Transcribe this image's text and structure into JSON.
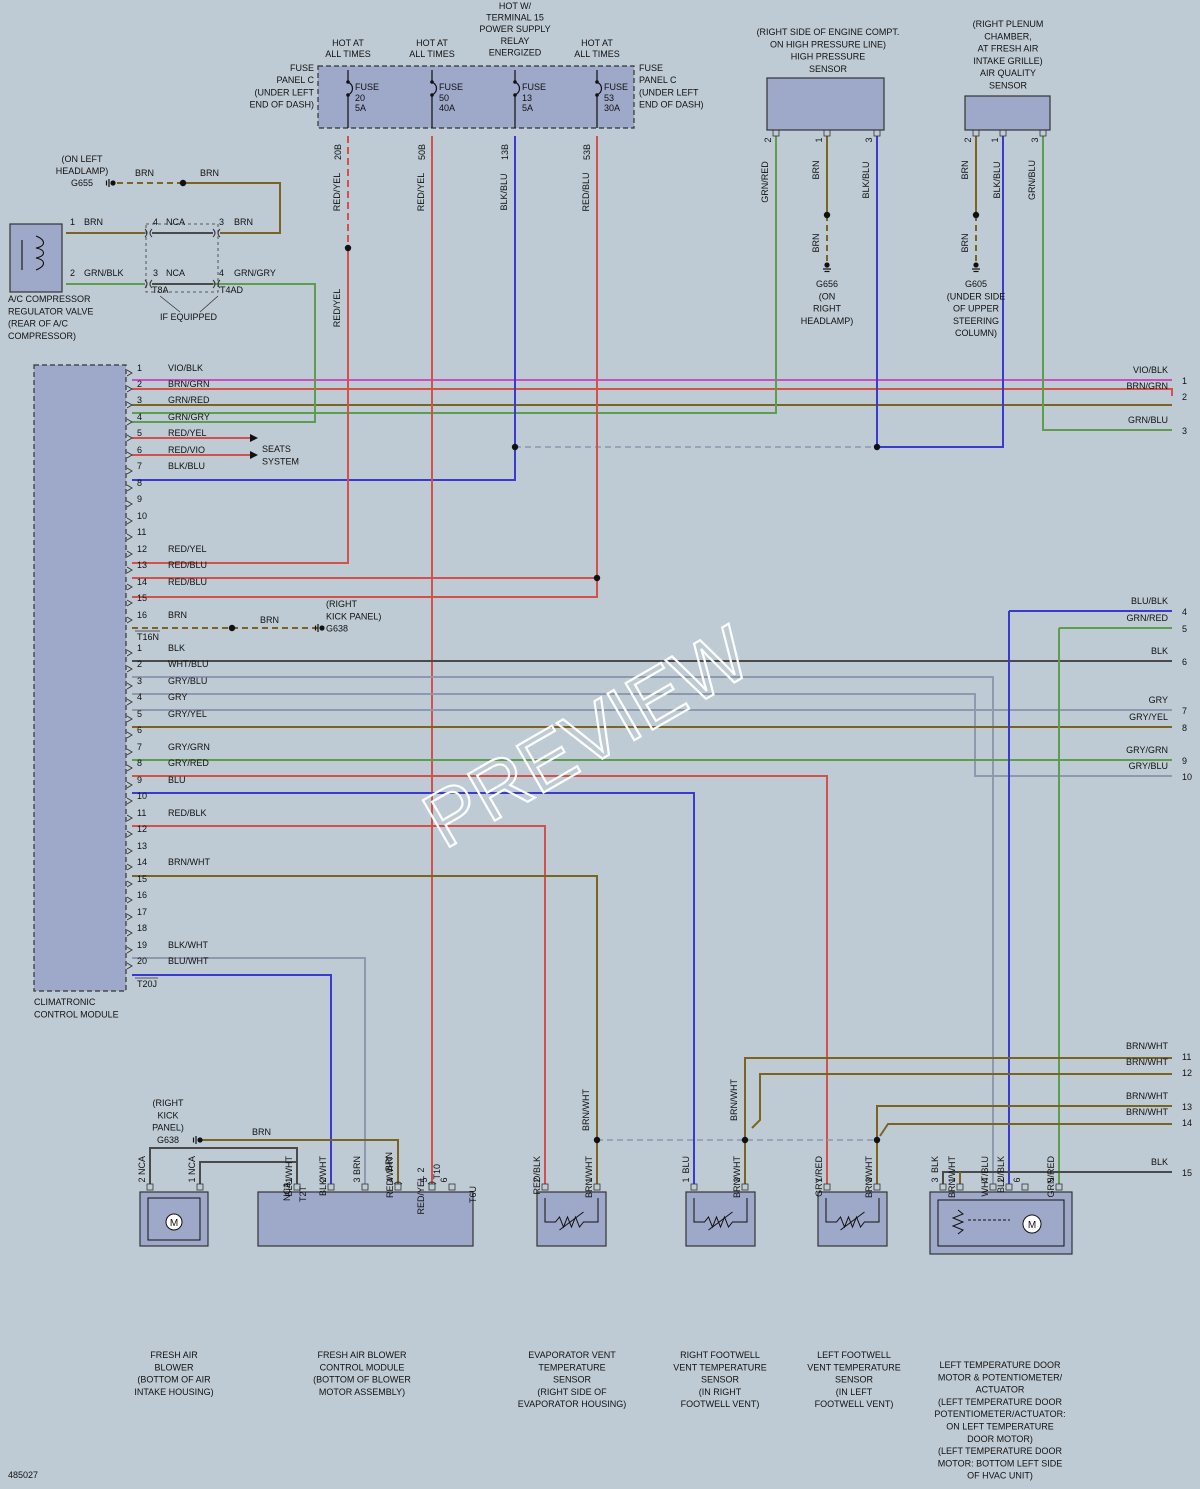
{
  "colors": {
    "background": "#bfcbd4",
    "component": "#9ea8c9",
    "red": "#d3514a",
    "violet": "#c74fc0",
    "green": "#5e9c4f",
    "brown": "#7a6420",
    "blue": "#3a3ad0",
    "gray": "#8e98ae",
    "black": "#2b2b2b",
    "dark": "#4a4a4a"
  },
  "top_labels": {
    "hot_at_all_times": [
      "HOT AT",
      "ALL TIMES"
    ],
    "hot_w_terminal": [
      "HOT W/",
      "TERMINAL 15",
      "POWER SUPPLY",
      "RELAY",
      "ENERGIZED"
    ],
    "fuse_panel_left": [
      "FUSE",
      "PANEL C",
      "(UNDER LEFT",
      "END OF DASH)"
    ],
    "fuse_panel_right": [
      "FUSE",
      "PANEL C",
      "(UNDER LEFT",
      "END OF DASH)"
    ]
  },
  "fuses": [
    {
      "label": "FUSE",
      "num": "20",
      "amp": "5A",
      "wire": "20B"
    },
    {
      "label": "FUSE",
      "num": "50",
      "amp": "40A",
      "wire": "50B"
    },
    {
      "label": "FUSE",
      "num": "13",
      "amp": "5A",
      "wire": "13B"
    },
    {
      "label": "FUSE",
      "num": "53",
      "amp": "30A",
      "wire": "53B"
    }
  ],
  "vertical_wires": {
    "red_yel": "RED/YEL",
    "blk_blu": "BLK/BLU",
    "red_blu": "RED/BLU",
    "grn_red": "GRN/RED",
    "brn": "BRN",
    "grn_blu": "GRN/BLU"
  },
  "hp_sensor": {
    "title": [
      "(RIGHT SIDE OF ENGINE COMPT.",
      "ON HIGH PRESSURE LINE)",
      "HIGH PRESSURE",
      "SENSOR"
    ],
    "pins": [
      "2",
      "1",
      "3"
    ]
  },
  "aq_sensor": {
    "title": [
      "(RIGHT PLENUM",
      "CHAMBER,",
      "AT FRESH AIR",
      "INTAKE GRILLE)",
      "AIR QUALITY",
      "SENSOR"
    ],
    "pins": [
      "2",
      "1",
      "3"
    ]
  },
  "grounds": {
    "g656": [
      "G656",
      "(ON",
      "RIGHT",
      "HEADLAMP)"
    ],
    "g605": [
      "G605",
      "(UNDER SIDE",
      "OF UPPER",
      "STEERING",
      "COLUMN)"
    ],
    "g655": [
      "(ON LEFT",
      "HEADLAMP)",
      "G655"
    ],
    "g638a": [
      "(RIGHT",
      "KICK PANEL)",
      "G638"
    ],
    "g638b": [
      "(RIGHT",
      "KICK",
      "PANEL)",
      "G638"
    ]
  },
  "ac_valve": {
    "label": [
      "A/C COMPRESSOR",
      "REGULATOR VALVE",
      "(REAR OF A/C",
      "COMPRESSOR)"
    ],
    "wires": [
      {
        "pin": "1",
        "color": "BRN",
        "p2": "4",
        "c2": "NCA",
        "p3": "3",
        "c3": "BRN"
      },
      {
        "pin": "2",
        "color": "GRN/BLK",
        "p2": "3",
        "c2": "NCA",
        "p3": "4",
        "c3": "GRN/GRY"
      }
    ],
    "t8a": "T8A",
    "t4ad": "T4AD",
    "if_equipped": "IF EQUIPPED"
  },
  "module": {
    "label": [
      "CLIMATRONIC",
      "CONTROL MODULE"
    ],
    "t16n": "T16N",
    "t20j": "T20J",
    "conn1": [
      {
        "pin": "1",
        "color": "VIO/BLK"
      },
      {
        "pin": "2",
        "color": "BRN/GRN"
      },
      {
        "pin": "3",
        "color": "GRN/RED"
      },
      {
        "pin": "4",
        "color": "GRN/GRY"
      },
      {
        "pin": "5",
        "color": "RED/YEL"
      },
      {
        "pin": "6",
        "color": "RED/VIO"
      },
      {
        "pin": "7",
        "color": "BLK/BLU"
      },
      {
        "pin": "8",
        "color": ""
      },
      {
        "pin": "9",
        "color": ""
      },
      {
        "pin": "10",
        "color": ""
      },
      {
        "pin": "11",
        "color": ""
      },
      {
        "pin": "12",
        "color": "RED/YEL"
      },
      {
        "pin": "13",
        "color": "RED/BLU"
      },
      {
        "pin": "14",
        "color": "RED/BLU"
      },
      {
        "pin": "15",
        "color": ""
      },
      {
        "pin": "16",
        "color": "BRN"
      }
    ],
    "conn2": [
      {
        "pin": "1",
        "color": "BLK"
      },
      {
        "pin": "2",
        "color": "WHT/BLU"
      },
      {
        "pin": "3",
        "color": "GRY/BLU"
      },
      {
        "pin": "4",
        "color": "GRY"
      },
      {
        "pin": "5",
        "color": "GRY/YEL"
      },
      {
        "pin": "6",
        "color": ""
      },
      {
        "pin": "7",
        "color": "GRY/GRN"
      },
      {
        "pin": "8",
        "color": "GRY/RED"
      },
      {
        "pin": "9",
        "color": "BLU"
      },
      {
        "pin": "10",
        "color": ""
      },
      {
        "pin": "11",
        "color": "RED/BLK"
      },
      {
        "pin": "12",
        "color": ""
      },
      {
        "pin": "13",
        "color": ""
      },
      {
        "pin": "14",
        "color": "BRN/WHT"
      },
      {
        "pin": "15",
        "color": ""
      },
      {
        "pin": "16",
        "color": ""
      },
      {
        "pin": "17",
        "color": ""
      },
      {
        "pin": "18",
        "color": ""
      },
      {
        "pin": "19",
        "color": "BLK/WHT"
      },
      {
        "pin": "20",
        "color": "BLU/WHT"
      }
    ],
    "seats": [
      "SEATS",
      "SYSTEM"
    ],
    "brn_right": "BRN"
  },
  "right_refs": [
    {
      "n": "1",
      "c": "VIO/BLK"
    },
    {
      "n": "2",
      "c": "BRN/GRN"
    },
    {
      "n": "3",
      "c": "GRN/BLU"
    },
    {
      "n": "4",
      "c": "BLU/BLK"
    },
    {
      "n": "5",
      "c": "GRN/RED"
    },
    {
      "n": "6",
      "c": "BLK"
    },
    {
      "n": "7",
      "c": "GRY"
    },
    {
      "n": "8",
      "c": "GRY/YEL"
    },
    {
      "n": "9",
      "c": "GRY/GRN"
    },
    {
      "n": "10",
      "c": "GRY/BLU"
    },
    {
      "n": "11",
      "c": "BRN/WHT"
    },
    {
      "n": "12",
      "c": "BRN/WHT"
    },
    {
      "n": "13",
      "c": "BRN/WHT"
    },
    {
      "n": "14",
      "c": "BRN/WHT"
    },
    {
      "n": "15",
      "c": "BLK"
    }
  ],
  "bottom": {
    "g638_brn": "BRN",
    "blower": {
      "label": [
        "FRESH AIR",
        "BLOWER",
        "(BOTTOM OF AIR",
        "INTAKE HOUSING)"
      ],
      "pins": [
        {
          "n": "2",
          "c": "NCA"
        },
        {
          "n": "1",
          "c": "NCA"
        }
      ]
    },
    "blower_module": {
      "label": [
        "FRESH AIR BLOWER",
        "CONTROL MODULE",
        "(BOTTOM OF BLOWER",
        "MOTOR ASSEMBLY)"
      ],
      "pins": [
        {
          "n": "2",
          "c": "NCA"
        },
        {
          "n": "1",
          "c": "BLU/WHT"
        },
        {
          "n": "2",
          "c": "BLK/WHT"
        },
        {
          "n": "3",
          "c": "BRN"
        },
        {
          "n": "4",
          "c": "RED/WHT"
        },
        {
          "n": "5",
          "c": ""
        },
        {
          "n": "6",
          "c": ""
        }
      ],
      "t2t": "T2T",
      "t6u": "T6U",
      "t10": "T10",
      "brn_up": "BRN",
      "red_yel_up": "RED/YEL",
      "splice_pins": [
        "1",
        "2"
      ]
    },
    "evap": {
      "label": [
        "EVAPORATOR VENT",
        "TEMPERATURE",
        "SENSOR",
        "(RIGHT SIDE OF",
        "EVAPORATOR HOUSING)"
      ],
      "pins": [
        {
          "n": "2",
          "c": "RED/BLK"
        },
        {
          "n": "1",
          "c": "BRN/WHT"
        }
      ],
      "up": "BRN/WHT"
    },
    "rfoot": {
      "label": [
        "RIGHT FOOTWELL",
        "VENT TEMPERATURE",
        "SENSOR",
        "(IN RIGHT",
        "FOOTWELL VENT)"
      ],
      "pins": [
        {
          "n": "1",
          "c": "BLU"
        },
        {
          "n": "3",
          "c": "BRN/WHT"
        }
      ],
      "up": "BRN/WHT"
    },
    "lfoot": {
      "label": [
        "LEFT FOOTWELL",
        "VENT TEMPERATURE",
        "SENSOR",
        "(IN LEFT",
        "FOOTWELL VENT)"
      ],
      "pins": [
        {
          "n": "1",
          "c": "GRY/RED"
        },
        {
          "n": "3",
          "c": "BRN/WHT"
        }
      ]
    },
    "tdoor": {
      "label": [
        "LEFT TEMPERATURE DOOR",
        "MOTOR & POTENTIOMETER/",
        "ACTUATOR",
        "(LEFT TEMPERATURE DOOR",
        "POTENTIOMETER/ACTUATOR:",
        "ON LEFT TEMPERATURE",
        "DOOR MOTOR)",
        "(LEFT TEMPERATURE DOOR",
        "MOTOR: BOTTOM LEFT SIDE",
        "OF HVAC UNIT)"
      ],
      "pins": [
        {
          "n": "3",
          "c": "BLK"
        },
        {
          "n": "1",
          "c": "BRN/WHT"
        },
        {
          "n": "4",
          "c": "WHT/BLU"
        },
        {
          "n": "2",
          "c": "BLU/BLK"
        },
        {
          "n": "6",
          "c": ""
        },
        {
          "n": "5",
          "c": "GRN/RED"
        }
      ]
    }
  },
  "watermark": "PREVIEW",
  "diagram_id": "485027"
}
